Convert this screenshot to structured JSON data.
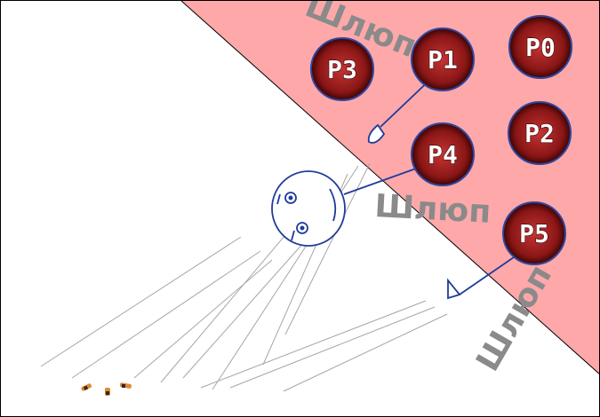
{
  "colors": {
    "danger_zone": "#ffa8aa",
    "player_fill_light": "#c53434",
    "player_fill_dark": "#3c0404",
    "player_outline": "#2e46a0",
    "ink": "#1f3c9a",
    "trail": "#a6a6a6",
    "wordmark": "#8a8a8a"
  },
  "wordmarks": [
    "Шлюп",
    "Шлюп",
    "Шлюп"
  ],
  "players": [
    {
      "label": "P0"
    },
    {
      "label": "P1"
    },
    {
      "label": "P2"
    },
    {
      "label": "P3"
    },
    {
      "label": "P4"
    },
    {
      "label": "P5"
    }
  ],
  "icons": [
    "boat-face-icon",
    "sail-icon",
    "flag-icon",
    "flag-icon",
    "debris-icon"
  ]
}
